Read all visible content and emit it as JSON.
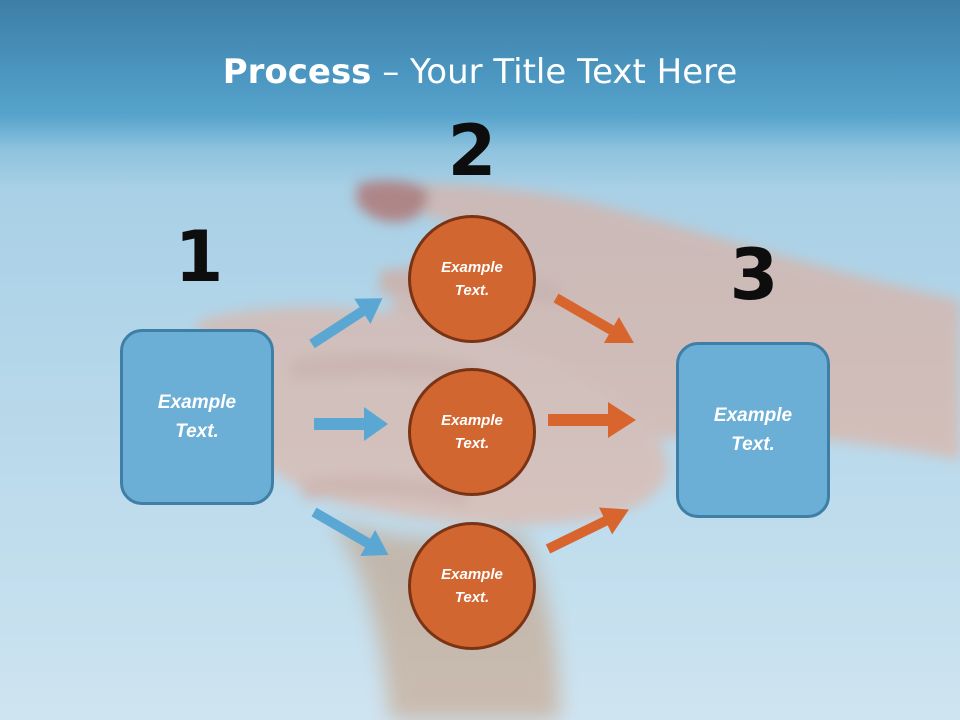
{
  "title": {
    "bold": "Process",
    "rest": " – Your Title Text Here"
  },
  "steps": [
    {
      "number": "1",
      "label": "Example Text."
    },
    {
      "number": "2",
      "items": [
        "Example Text.",
        "Example Text.",
        "Example Text."
      ]
    },
    {
      "number": "3",
      "label": "Example Text."
    }
  ],
  "colors": {
    "box_fill": "#6baed6",
    "box_border": "#3f7fa6",
    "circle_fill": "#d26630",
    "circle_border": "#7a3315",
    "blue_arrow": "#5aa7d3",
    "orange_arrow": "#d9652e"
  }
}
